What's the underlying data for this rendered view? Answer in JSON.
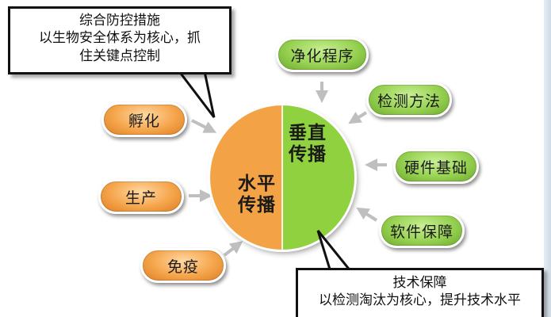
{
  "center": {
    "horizontal": [
      "水平",
      "传播"
    ],
    "vertical": [
      "垂直",
      "传播"
    ]
  },
  "left_items": [
    "孵化",
    "生产",
    "免疫"
  ],
  "right_items": [
    "净化程序",
    "检测方法",
    "硬件基础",
    "软件保障"
  ],
  "callout_top": {
    "lines": [
      "综合防控措施",
      "以生物安全体系为核心，抓",
      "住关键点控制"
    ]
  },
  "callout_bottom": {
    "lines": [
      "技术保障",
      "以检测淘汰为核心，提升技术水平"
    ]
  },
  "colors": {
    "orange": "#f3a346",
    "green": "#8fd13e",
    "arrow": "#bfbfbf"
  }
}
